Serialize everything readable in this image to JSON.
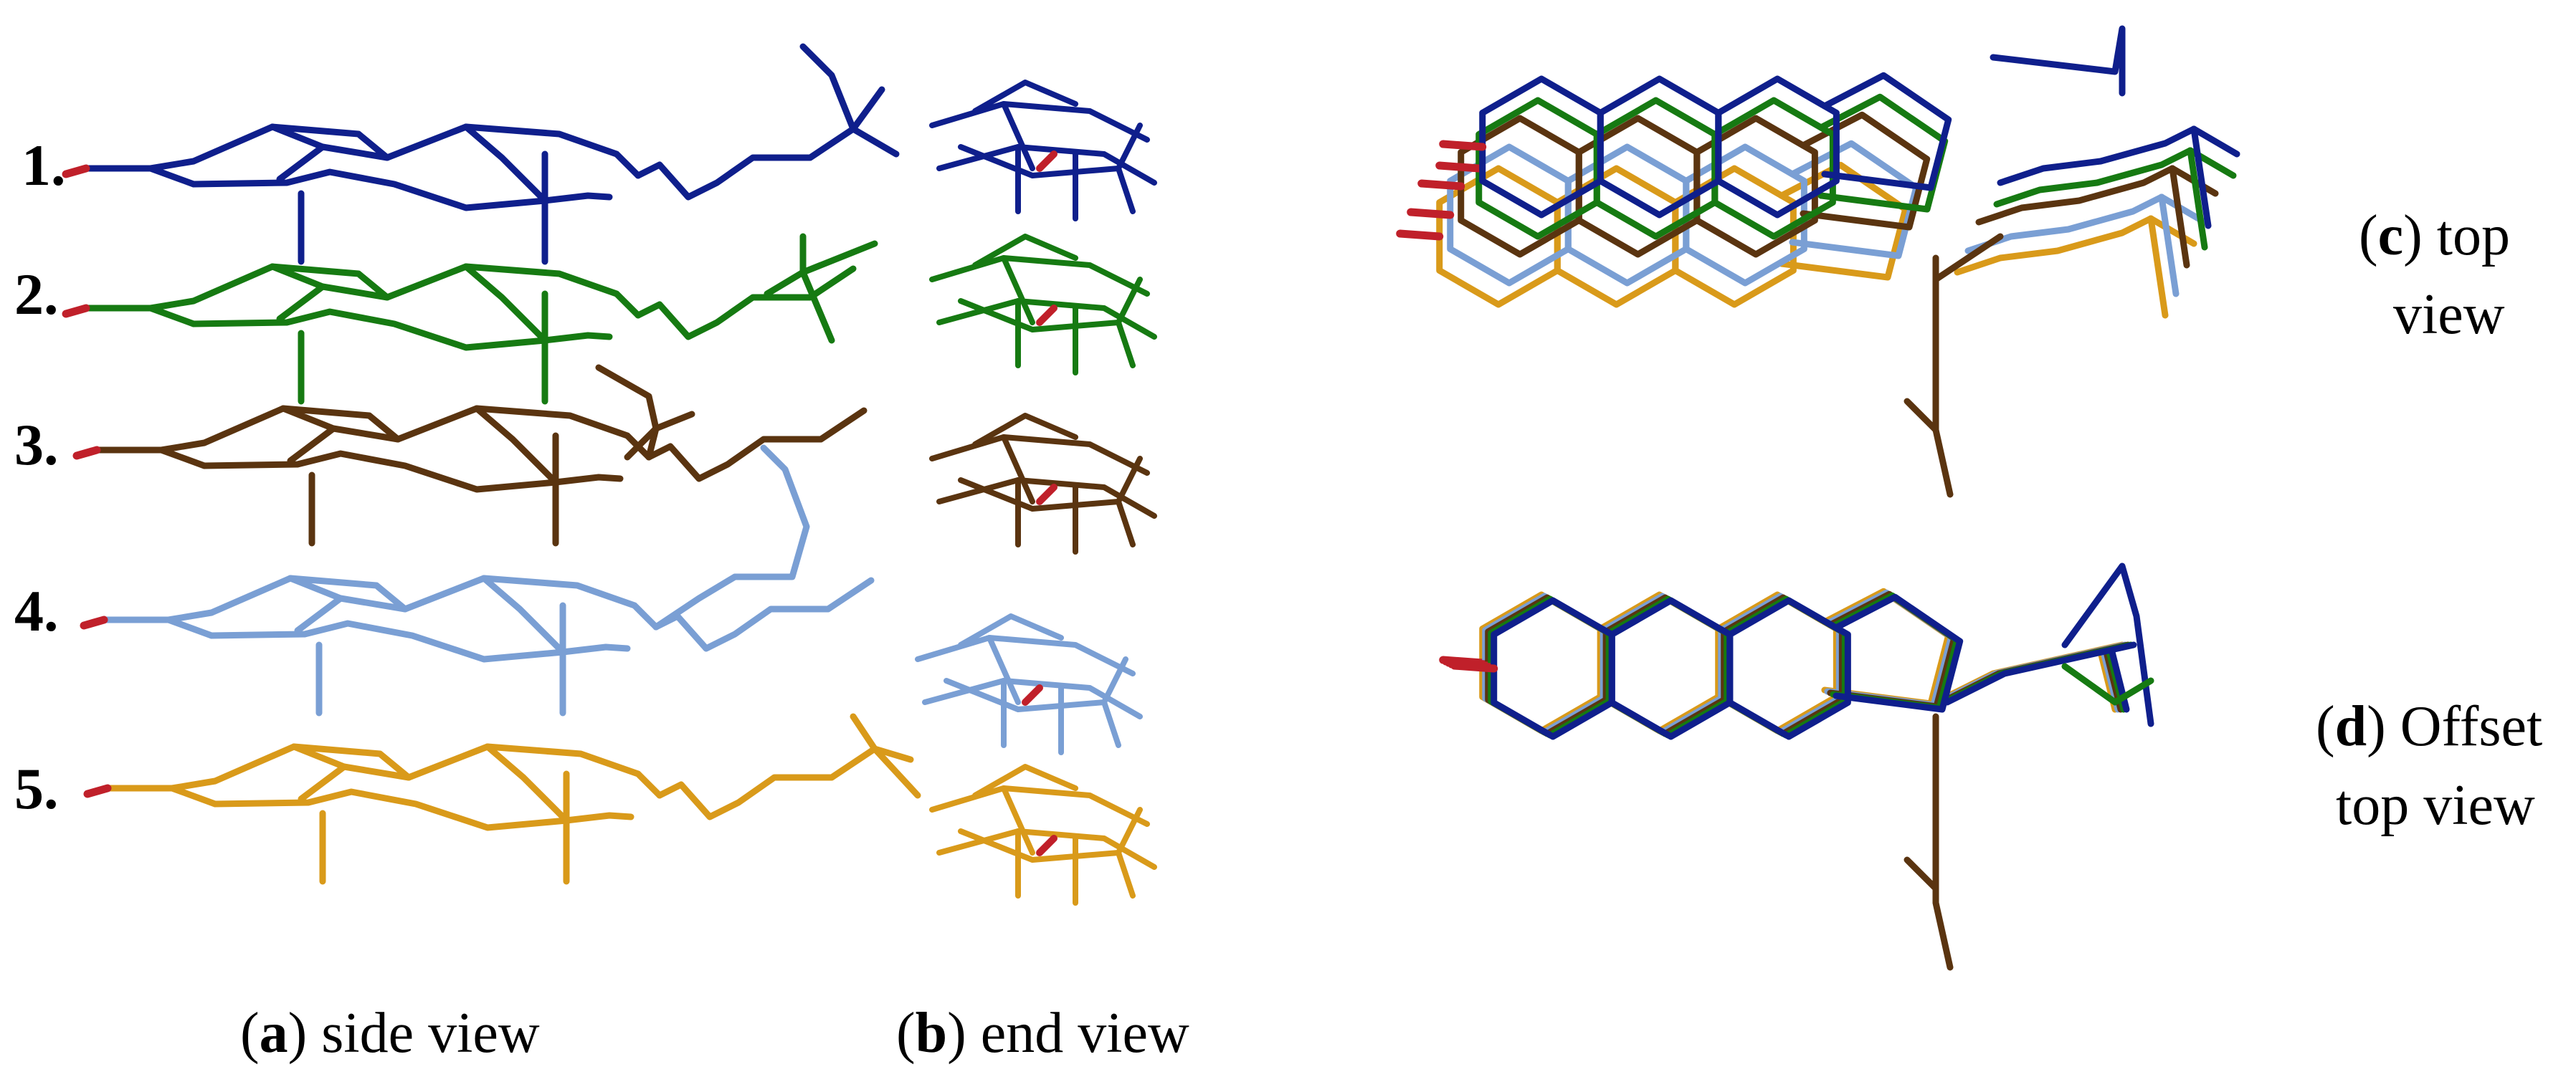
{
  "colors": {
    "series_1": "#0f1f8c",
    "series_2": "#167a12",
    "series_3": "#5a3410",
    "series_4": "#7a9fd4",
    "series_5": "#d99a1a",
    "oxygen": "#c0202a"
  },
  "row_labels": [
    "1.",
    "2.",
    "3.",
    "4.",
    "5."
  ],
  "captions": {
    "a": {
      "letter": "a",
      "text": " side view"
    },
    "b": {
      "letter": "b",
      "text": " end view"
    },
    "c": {
      "letter": "c",
      "line1": " top",
      "line2": "view"
    },
    "d": {
      "letter": "d",
      "line1": " Offset",
      "line2": "top view"
    }
  }
}
